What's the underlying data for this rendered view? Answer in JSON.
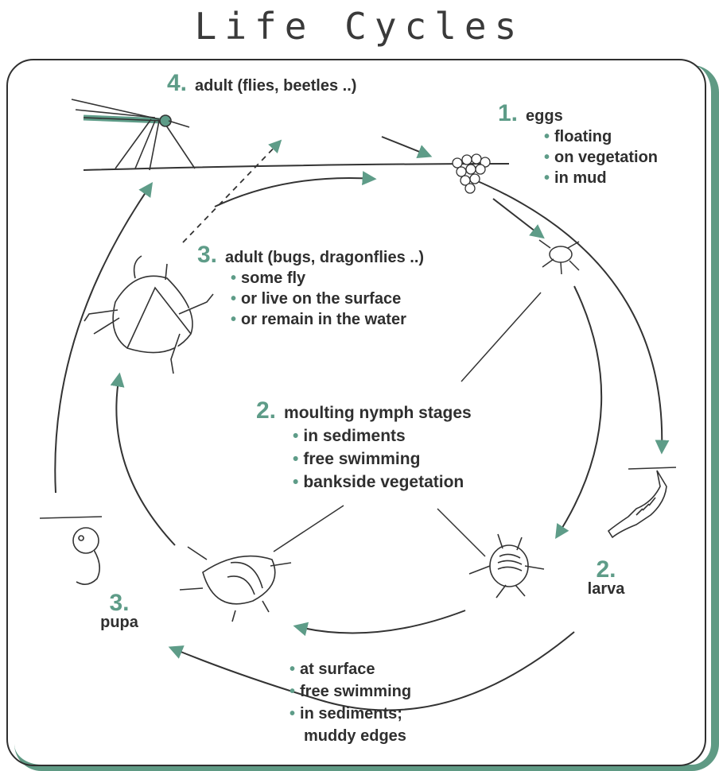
{
  "title": "Life Cycles",
  "stages": {
    "adult_flies": {
      "number": "4.",
      "text": "adult (flies, beetles ..)"
    },
    "eggs": {
      "number": "1.",
      "heading": "eggs",
      "items": [
        "floating",
        "on vegetation",
        "in mud"
      ]
    },
    "adult_bugs": {
      "number": "3.",
      "heading": "adult (bugs, dragonflies ..)",
      "items": [
        "some fly",
        "or live on the surface",
        "or remain in the water"
      ]
    },
    "nymph": {
      "number": "2.",
      "heading": "moulting nymph stages",
      "items": [
        "in sediments",
        "free swimming",
        "bankside vegetation"
      ]
    },
    "larva": {
      "number": "2.",
      "text": "larva"
    },
    "pupa": {
      "number": "3.",
      "text": "pupa"
    },
    "habitats": {
      "items": [
        "at surface",
        "free swimming",
        "in sediments;"
      ],
      "continuation": "muddy edges"
    }
  },
  "colors": {
    "accent": "#5e9c88",
    "ink": "#2f2f2f"
  }
}
